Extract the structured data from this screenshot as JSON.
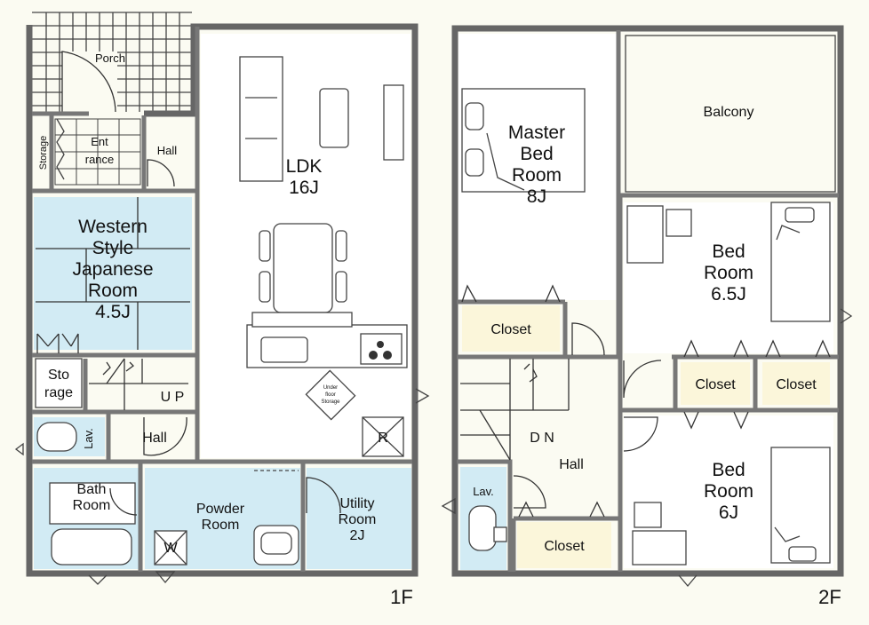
{
  "floor1": {
    "label": "1F",
    "rooms": {
      "porch": "Porch",
      "storage_vertical": "Storage",
      "entrance_line1": "Ent",
      "entrance_line2": "rance",
      "hall_upper": "Hall",
      "ldk_line1": "LDK",
      "ldk_line2": "16J",
      "japanese_line1": "Western",
      "japanese_line2": "Style",
      "japanese_line3": "Japanese",
      "japanese_line4": "Room",
      "japanese_line5": "4.5J",
      "storage_line1": "Sto",
      "storage_line2": "rage",
      "stairs_up": "U P",
      "hall_lower": "Hall",
      "lav": "Lav.",
      "bath_line1": "Bath",
      "bath_line2": "Room",
      "powder_line1": "Powder",
      "powder_line2": "Room",
      "washer": "W",
      "utility_line1": "Utility",
      "utility_line2": "Room",
      "utility_line3": "2J",
      "underfloor_line1": "Under",
      "underfloor_line2": "floor",
      "underfloor_line3": "Storage",
      "refrigerator": "R"
    }
  },
  "floor2": {
    "label": "2F",
    "rooms": {
      "master_line1": "Master",
      "master_line2": "Bed",
      "master_line3": "Room",
      "master_line4": "8J",
      "balcony": "Balcony",
      "bed1_line1": "Bed",
      "bed1_line2": "Room",
      "bed1_line3": "6.5J",
      "closet_left": "Closet",
      "closet_mid": "Closet",
      "closet_right": "Closet",
      "stairs_down": "D N",
      "hall": "Hall",
      "bed2_line1": "Bed",
      "bed2_line2": "Room",
      "bed2_line3": "6J",
      "lav": "Lav.",
      "closet_bottom": "Closet"
    }
  },
  "colors": {
    "wet_area": "#d2ebf4",
    "closet": "#fbf6da",
    "wall": "#666666",
    "background": "#fbfbf2"
  }
}
